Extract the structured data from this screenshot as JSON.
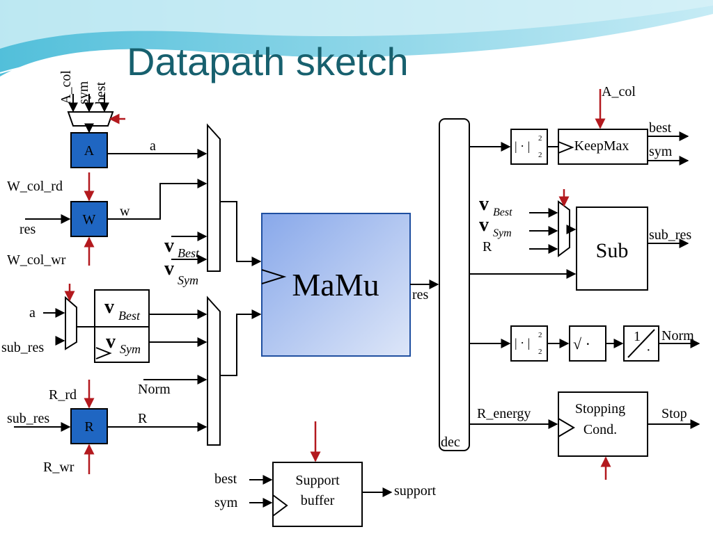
{
  "slide": {
    "title": "Datapath sketch"
  },
  "labels": {
    "a_col": "A_col",
    "sym": "sym",
    "best": "best",
    "reg_a": "A",
    "reg_w": "W",
    "reg_r": "R",
    "sig_a": "a",
    "sig_w": "w",
    "w_col_rd": "W_col_rd",
    "w_col_wr": "W_col_wr",
    "res": "res",
    "sub_res": "sub_res",
    "r_rd": "R_rd",
    "r_wr": "R_wr",
    "v": "v",
    "best_sub": "Best",
    "sym_sub": "Sym",
    "norm": "Norm",
    "r": "R",
    "mamu": "MaMu",
    "dec": "dec",
    "keepmax": "KeepMax",
    "sub": "Sub",
    "r_energy": "R_energy",
    "stopping_line1": "Stopping",
    "stopping_line2": "Cond.",
    "stop": "Stop",
    "support_line1": "Support",
    "support_line2": "buffer",
    "support": "support",
    "norm_op": "| · |",
    "norm_sup": "2",
    "norm_sub": "2",
    "sqrt_op": "√ ·",
    "recip_num": "1",
    "recip_den": "·"
  },
  "colors": {
    "title": "#17606e",
    "register_fill": "#1f66c2",
    "control_arrow": "#b3191e",
    "mamu_fill_start": "#88a8ea",
    "mamu_fill_end": "#dde6f8"
  }
}
